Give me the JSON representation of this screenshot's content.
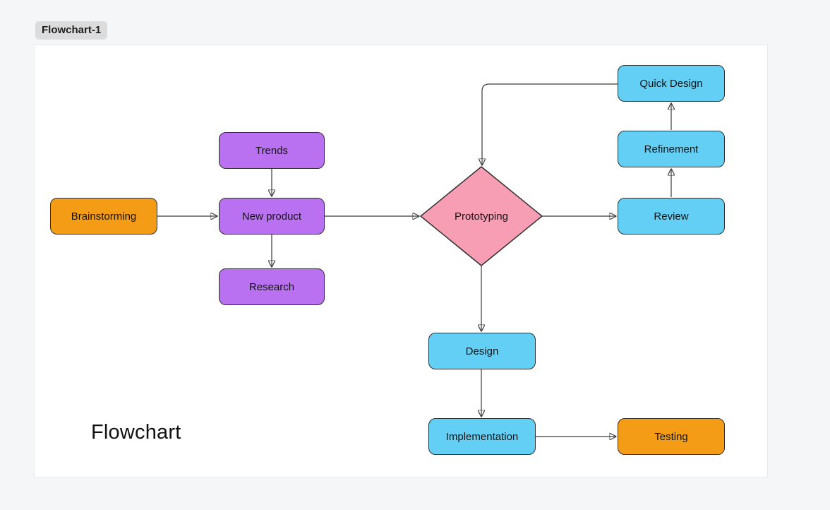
{
  "badge": {
    "label": "Flowchart-1"
  },
  "caption": "Flowchart",
  "colors": {
    "orange": "#F59C16",
    "purple": "#B971F2",
    "blue": "#63CFF5",
    "pink": "#F89EB4",
    "border": "#2F2F2F",
    "edge": "#3A3A3A",
    "page_bg": "#F4F6F8",
    "panel_bg": "#FFFFFF",
    "badge_bg": "#DCDCDC"
  },
  "nodes": [
    {
      "id": "brainstorming",
      "label": "Brainstorming",
      "shape": "rect",
      "color": "orange"
    },
    {
      "id": "trends",
      "label": "Trends",
      "shape": "rect",
      "color": "purple"
    },
    {
      "id": "new-product",
      "label": "New product",
      "shape": "rect",
      "color": "purple"
    },
    {
      "id": "research",
      "label": "Research",
      "shape": "rect",
      "color": "purple"
    },
    {
      "id": "prototyping",
      "label": "Prototyping",
      "shape": "diamond",
      "color": "pink"
    },
    {
      "id": "quick-design",
      "label": "Quick Design",
      "shape": "rect",
      "color": "blue"
    },
    {
      "id": "refinement",
      "label": "Refinement",
      "shape": "rect",
      "color": "blue"
    },
    {
      "id": "review",
      "label": "Review",
      "shape": "rect",
      "color": "blue"
    },
    {
      "id": "design",
      "label": "Design",
      "shape": "rect",
      "color": "blue"
    },
    {
      "id": "implementation",
      "label": "Implementation",
      "shape": "rect",
      "color": "blue"
    },
    {
      "id": "testing",
      "label": "Testing",
      "shape": "rect",
      "color": "orange"
    }
  ],
  "edges": [
    {
      "from": "Brainstorming",
      "to": "New product"
    },
    {
      "from": "Trends",
      "to": "New product"
    },
    {
      "from": "New product",
      "to": "Research"
    },
    {
      "from": "New product",
      "to": "Prototyping"
    },
    {
      "from": "Prototyping",
      "to": "Review"
    },
    {
      "from": "Review",
      "to": "Refinement"
    },
    {
      "from": "Refinement",
      "to": "Quick Design"
    },
    {
      "from": "Quick Design",
      "to": "Prototyping"
    },
    {
      "from": "Prototyping",
      "to": "Design"
    },
    {
      "from": "Design",
      "to": "Implementation"
    },
    {
      "from": "Implementation",
      "to": "Testing"
    }
  ]
}
